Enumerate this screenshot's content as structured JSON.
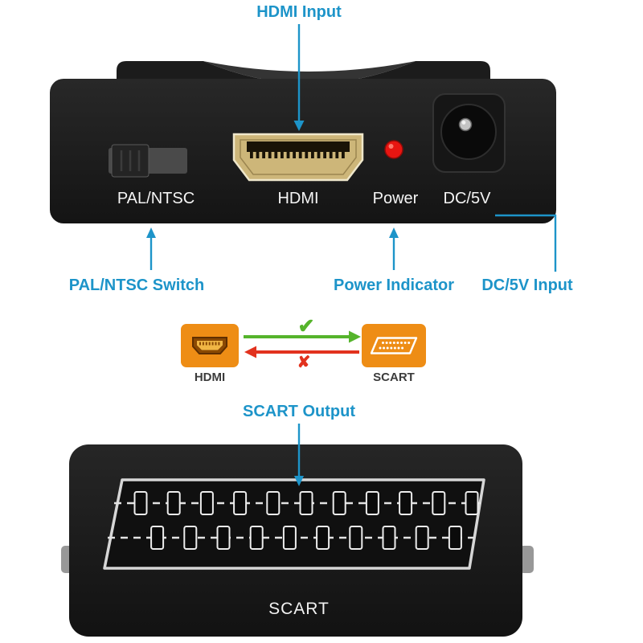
{
  "palette": {
    "annotation_blue": "#1d94c9",
    "device_black": "#1c1c1c",
    "label_white": "#f4f4f4",
    "box_orange": "#ee8d15",
    "arrow_green": "#55b42b",
    "arrow_red": "#e2321e",
    "led": "#e81511",
    "hdmi_gold": "#cdb679"
  },
  "callouts": {
    "hdmi_input": "HDMI Input",
    "pal_ntsc_switch": "PAL/NTSC Switch",
    "power_indicator": "Power Indicator",
    "dc5v_input": "DC/5V Input",
    "scart_output": "SCART Output"
  },
  "device_top": {
    "switch_label": "PAL/NTSC",
    "hdmi_label": "HDMI",
    "power_label": "Power",
    "dc_label": "DC/5V"
  },
  "conversion": {
    "hdmi_label": "HDMI",
    "scart_label": "SCART",
    "check_glyph": "✔",
    "cross_glyph": "✘"
  },
  "device_bottom": {
    "scart_label": "SCART"
  }
}
